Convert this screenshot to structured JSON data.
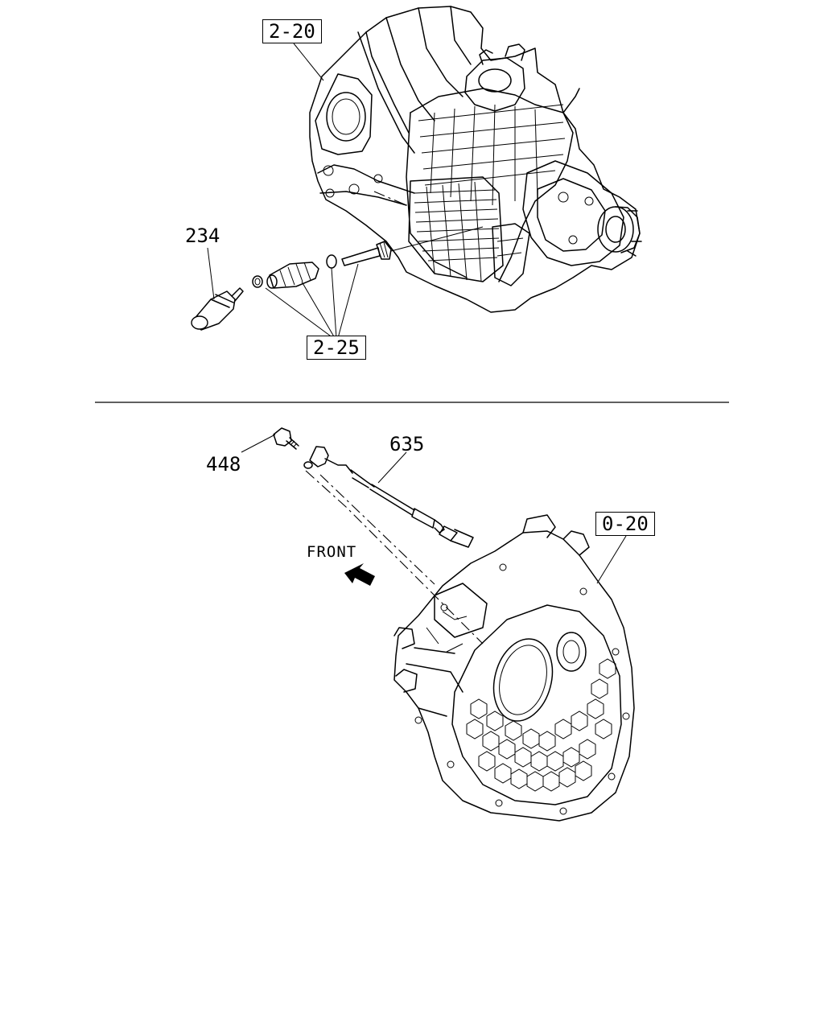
{
  "callouts": {
    "ref_2_20": "2-20",
    "part_234": "234",
    "ref_2_25": "2-25",
    "part_448": "448",
    "part_635": "635",
    "ref_0_20": "0-20"
  },
  "direction": {
    "front_label": "FRONT"
  }
}
